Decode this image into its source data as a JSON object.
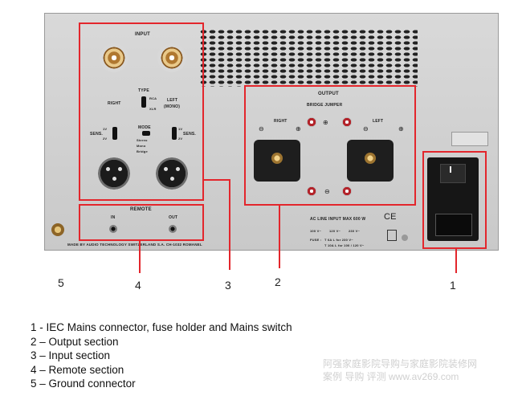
{
  "panel": {
    "input": {
      "title": "INPUT",
      "right": "RIGHT",
      "left": "LEFT",
      "left_sub": "(MONO)",
      "type": "TYPE",
      "rca": "RCA",
      "xlr": "XLR",
      "sens": "SENS.",
      "mode": "MODE",
      "v1": "1V",
      "v2": "2V",
      "stereo": "Stereo",
      "mono": "Mono",
      "bridge": "Bridge"
    },
    "output": {
      "title": "OUTPUT",
      "bridge": "BRIDGE JUMPER",
      "right": "RIGHT",
      "left": "LEFT",
      "minus": "⊖",
      "plus": "⊕"
    },
    "remote": {
      "title": "REMOTE",
      "in": "IN",
      "out": "OUT"
    },
    "ac": {
      "line": "AC LINE INPUT MAX 600 W",
      "ce": "CE",
      "v100": "100 V~",
      "v120": "120 V~",
      "v230": "230 V~",
      "fuse": "FUSE :",
      "t1": "T   6A   L for 230 V~",
      "t2": "T  10A   L for 100 / 120 V~"
    },
    "maker": "MADE BY AUDIO TECHNOLOGY SWITZERLAND S.A. CH-1032 ROMANEL"
  },
  "callouts": {
    "c1": "1",
    "c2": "2",
    "c3": "3",
    "c4": "4",
    "c5": "5"
  },
  "legend": [
    "1 - IEC Mains connector, fuse holder and Mains switch",
    "2 – Output section",
    "3 – Input section",
    "4 – Remote section",
    "5 – Ground connector"
  ],
  "watermark": {
    "line1": "阿强家庭影院导购与家庭影院装修网",
    "line2": "案例  导购  评测   www.av269.com"
  },
  "colors": {
    "highlight": "#e3262c",
    "panel": "#d2d2d2"
  }
}
